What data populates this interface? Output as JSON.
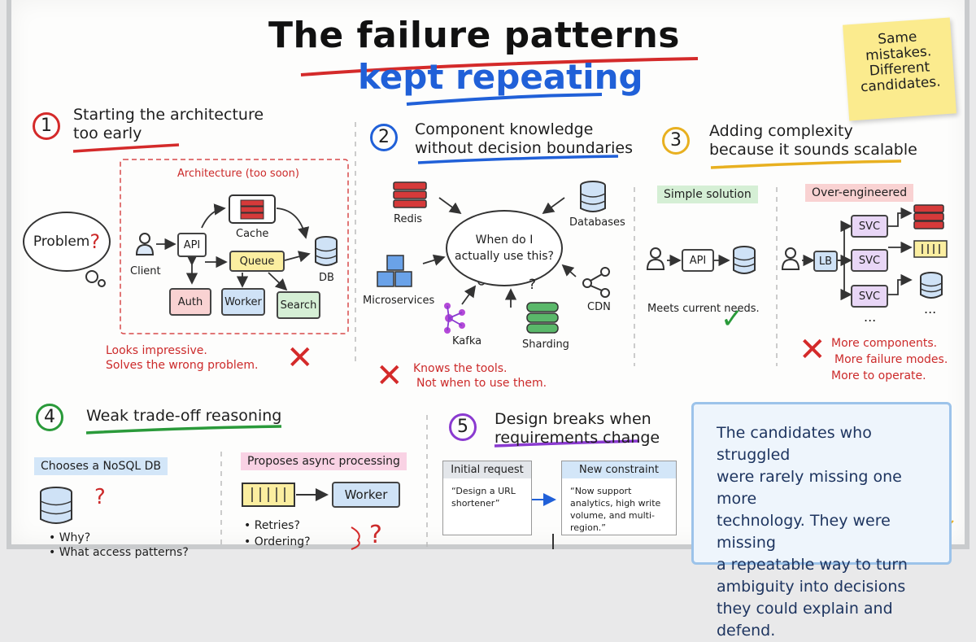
{
  "title": {
    "line1": "The failure patterns",
    "line2": "kept repeating"
  },
  "sticky": {
    "l1": "Same",
    "l2": "mistakes.",
    "l3": "Different",
    "l4": "candidates."
  },
  "s1": {
    "num": "1",
    "h1": "Starting the architecture",
    "h2": "too early",
    "problem": "Problem",
    "q": "?",
    "frame": "Architecture (too soon)",
    "client": "Client",
    "api": "API",
    "cache": "Cache",
    "queue": "Queue",
    "db": "DB",
    "auth": "Auth",
    "worker": "Worker",
    "search": "Search",
    "note1": "Looks impressive.",
    "note2": "Solves the wrong problem.",
    "x": "✕"
  },
  "s2": {
    "num": "2",
    "h1": "Component knowledge",
    "h2": "without decision boundaries",
    "redis": "Redis",
    "databases": "Databases",
    "cloud1": "When do I",
    "cloud2": "actually use this?",
    "micro": "Microservices",
    "cdn": "CDN",
    "kafka": "Kafka",
    "sharding": "Sharding",
    "q": "?",
    "note1": "Knows the tools.",
    "note2": "Not when to use them.",
    "x": "✕"
  },
  "s3": {
    "num": "3",
    "h1": "Adding complexity",
    "h2": "because it sounds scalable",
    "simple": "Simple solution",
    "over": "Over-engineered",
    "api": "API",
    "lb": "LB",
    "svc": "SVC",
    "dots": "...",
    "meets": "Meets current needs.",
    "check": "✓",
    "note1": "More components.",
    "note2": "More failure modes.",
    "note3": "More to operate.",
    "x": "✕"
  },
  "s4": {
    "num": "4",
    "h1": "Weak trade-off reasoning",
    "nosql": "Chooses a NoSQL DB",
    "async": "Proposes async processing",
    "worker": "Worker",
    "q": "?",
    "b1": "Why?",
    "b2": "What access patterns?",
    "b3": "Retries?",
    "b4": "Ordering?"
  },
  "s5": {
    "num": "5",
    "h1": "Design breaks when",
    "h2": "requirements change",
    "initial": "Initial request",
    "newc": "New constraint",
    "i1": "“Design a URL",
    "i2": "shortener”",
    "n1": "“Now support",
    "n2": "analytics, high write",
    "n3": "volume, and multi-region.”"
  },
  "final": {
    "l1": "The candidates who struggled",
    "l2": "were rarely missing one more",
    "l3": "technology. They were missing",
    "l4": "a repeatable way to turn",
    "l5": "ambiguity into decisions",
    "l6": "they could explain and defend."
  },
  "colors": {
    "red": "#cc2a2a",
    "blue": "#2060d8",
    "green": "#2a9a3a",
    "yellow": "#e8b020",
    "purple": "#8a3ad0"
  },
  "icons": [
    "person-icon",
    "cache-stack-icon",
    "database-icon",
    "cubes-icon",
    "kafka-icon",
    "cdn-share-icon",
    "sharding-stack-icon",
    "lightbulb-icon"
  ]
}
